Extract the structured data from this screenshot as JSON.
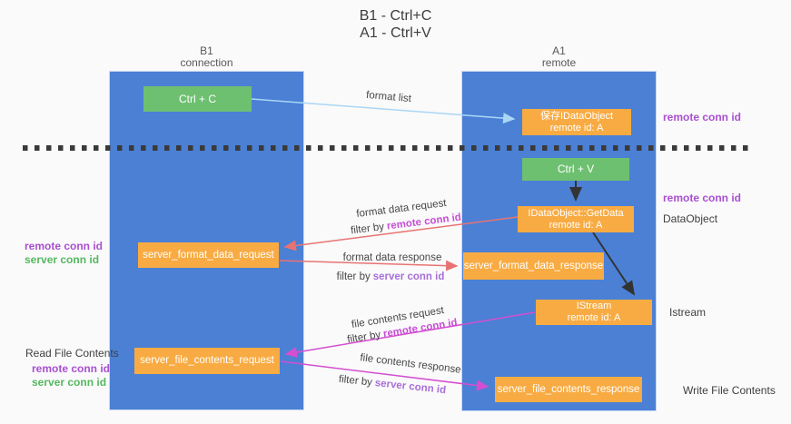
{
  "title": {
    "line1": "B1 - Ctrl+C",
    "line2": "A1 - Ctrl+V"
  },
  "lifelines": {
    "left": {
      "name": "B1",
      "role": "connection"
    },
    "right": {
      "name": "A1",
      "role": "remote"
    }
  },
  "boxes": {
    "ctrl_c": {
      "label": "Ctrl + C"
    },
    "ctrl_v": {
      "label": "Ctrl + V"
    },
    "save_idataobject": {
      "line1": "保存IDataObject",
      "line2": "remote id: A"
    },
    "getdata": {
      "line1": "IDataObject::GetData",
      "line2": "remote id: A"
    },
    "istream": {
      "line1": "IStream",
      "line2": "remote id: A"
    },
    "format_request": {
      "label": "server_format_data_request"
    },
    "format_response": {
      "label": "server_format_data_response"
    },
    "file_request": {
      "label": "server_file_contents_request"
    },
    "file_response": {
      "label": "server_file_contents_response"
    }
  },
  "flow_labels": {
    "format_list": "format list",
    "format_data_request": "format data request",
    "format_data_response": "format data response",
    "file_contents_request": "file contents request",
    "file_contents_response": "file contents response",
    "filter_by": "filter by",
    "remote_conn_id": "remote conn id",
    "server_conn_id": "server conn id"
  },
  "side_labels": {
    "right_remote_conn_id_1": "remote conn id",
    "right_remote_conn_id_2": "remote conn id",
    "data_object": "DataObject",
    "istream": "Istream",
    "write_file_contents": "Write File Contents",
    "left_remote_conn_id_1": "remote conn id",
    "left_server_conn_id_1": "server conn id",
    "read_file_contents": "Read File Contents",
    "left_remote_conn_id_2": "remote conn id",
    "left_server_conn_id_2": "server conn id"
  },
  "colors": {
    "lifeline_blue": "#4b80d5",
    "box_green": "#6ec071",
    "box_orange": "#f8ab42",
    "arrow_light_blue": "#a9d7f5",
    "arrow_red": "#e87373",
    "arrow_magenta": "#d44fd0",
    "arrow_black": "#333333",
    "text_purple": "#a94fd1",
    "text_magenta": "#c74ed6",
    "text_violet": "#a86fd9",
    "text_green": "#55b85f"
  }
}
